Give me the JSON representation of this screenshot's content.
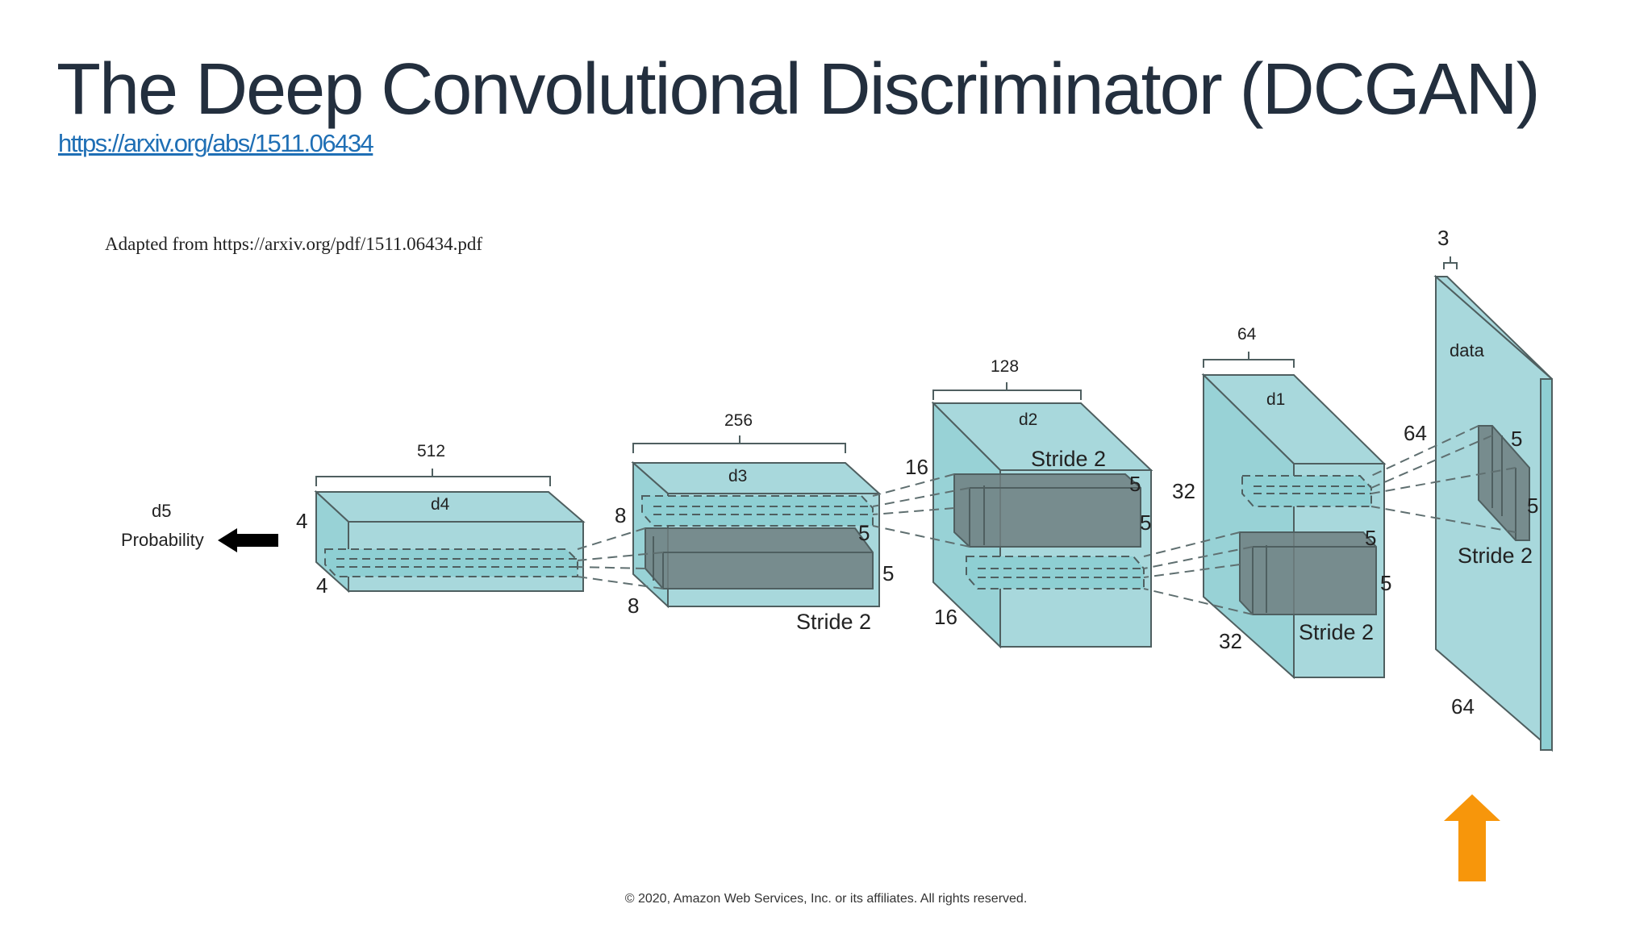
{
  "slide": {
    "title": "The Deep Convolutional Discriminator (DCGAN)",
    "link": "https://arxiv.org/abs/1511.06434",
    "source_note": "Adapted from https://arxiv.org/pdf/1511.06434.pdf",
    "footer": "© 2020, Amazon Web Services, Inc. or its affiliates. All rights reserved."
  },
  "diagram": {
    "colors": {
      "block_fill": "#a8d8dc",
      "block_side": "#8ecfd3",
      "kernel_fill": "#6f7f80",
      "edge": "#4f5f60",
      "arrow_out": "#000000",
      "arrow_in": "#f7960b"
    },
    "output": {
      "name": "d5",
      "label": "Probability"
    },
    "data": {
      "depth": "3",
      "name": "data",
      "height": "64",
      "width": "64",
      "kernel_h": "5",
      "kernel_w": "5",
      "stride": "Stride 2"
    },
    "d1": {
      "depth": "64",
      "name": "d1",
      "height": "32",
      "width": "32",
      "kernel_h": "5",
      "kernel_w": "5",
      "stride": "Stride 2"
    },
    "d2": {
      "depth": "128",
      "name": "d2",
      "height": "16",
      "width": "16",
      "kernel_h": "5",
      "kernel_w": "5",
      "stride": "Stride 2"
    },
    "d3": {
      "depth": "256",
      "name": "d3",
      "height": "8",
      "width": "8",
      "kernel_h": "5",
      "kernel_w": "5",
      "stride": "Stride 2"
    },
    "d4": {
      "depth": "512",
      "name": "d4",
      "height": "4",
      "width": "4"
    }
  }
}
